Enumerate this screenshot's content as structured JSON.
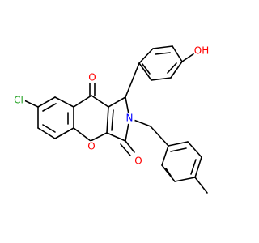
{
  "molecule": {
    "atom_labels": {
      "chlorine": "Cl",
      "hydroxyl": "OH",
      "ketone_oxygen": "O",
      "ring_oxygen": "O",
      "amide_oxygen": "O",
      "nitrogen": "N"
    },
    "colors": {
      "bond": "#000000",
      "chlorine": "#1fa01f",
      "oxygen": "#ff0000",
      "nitrogen": "#0000ff"
    }
  }
}
